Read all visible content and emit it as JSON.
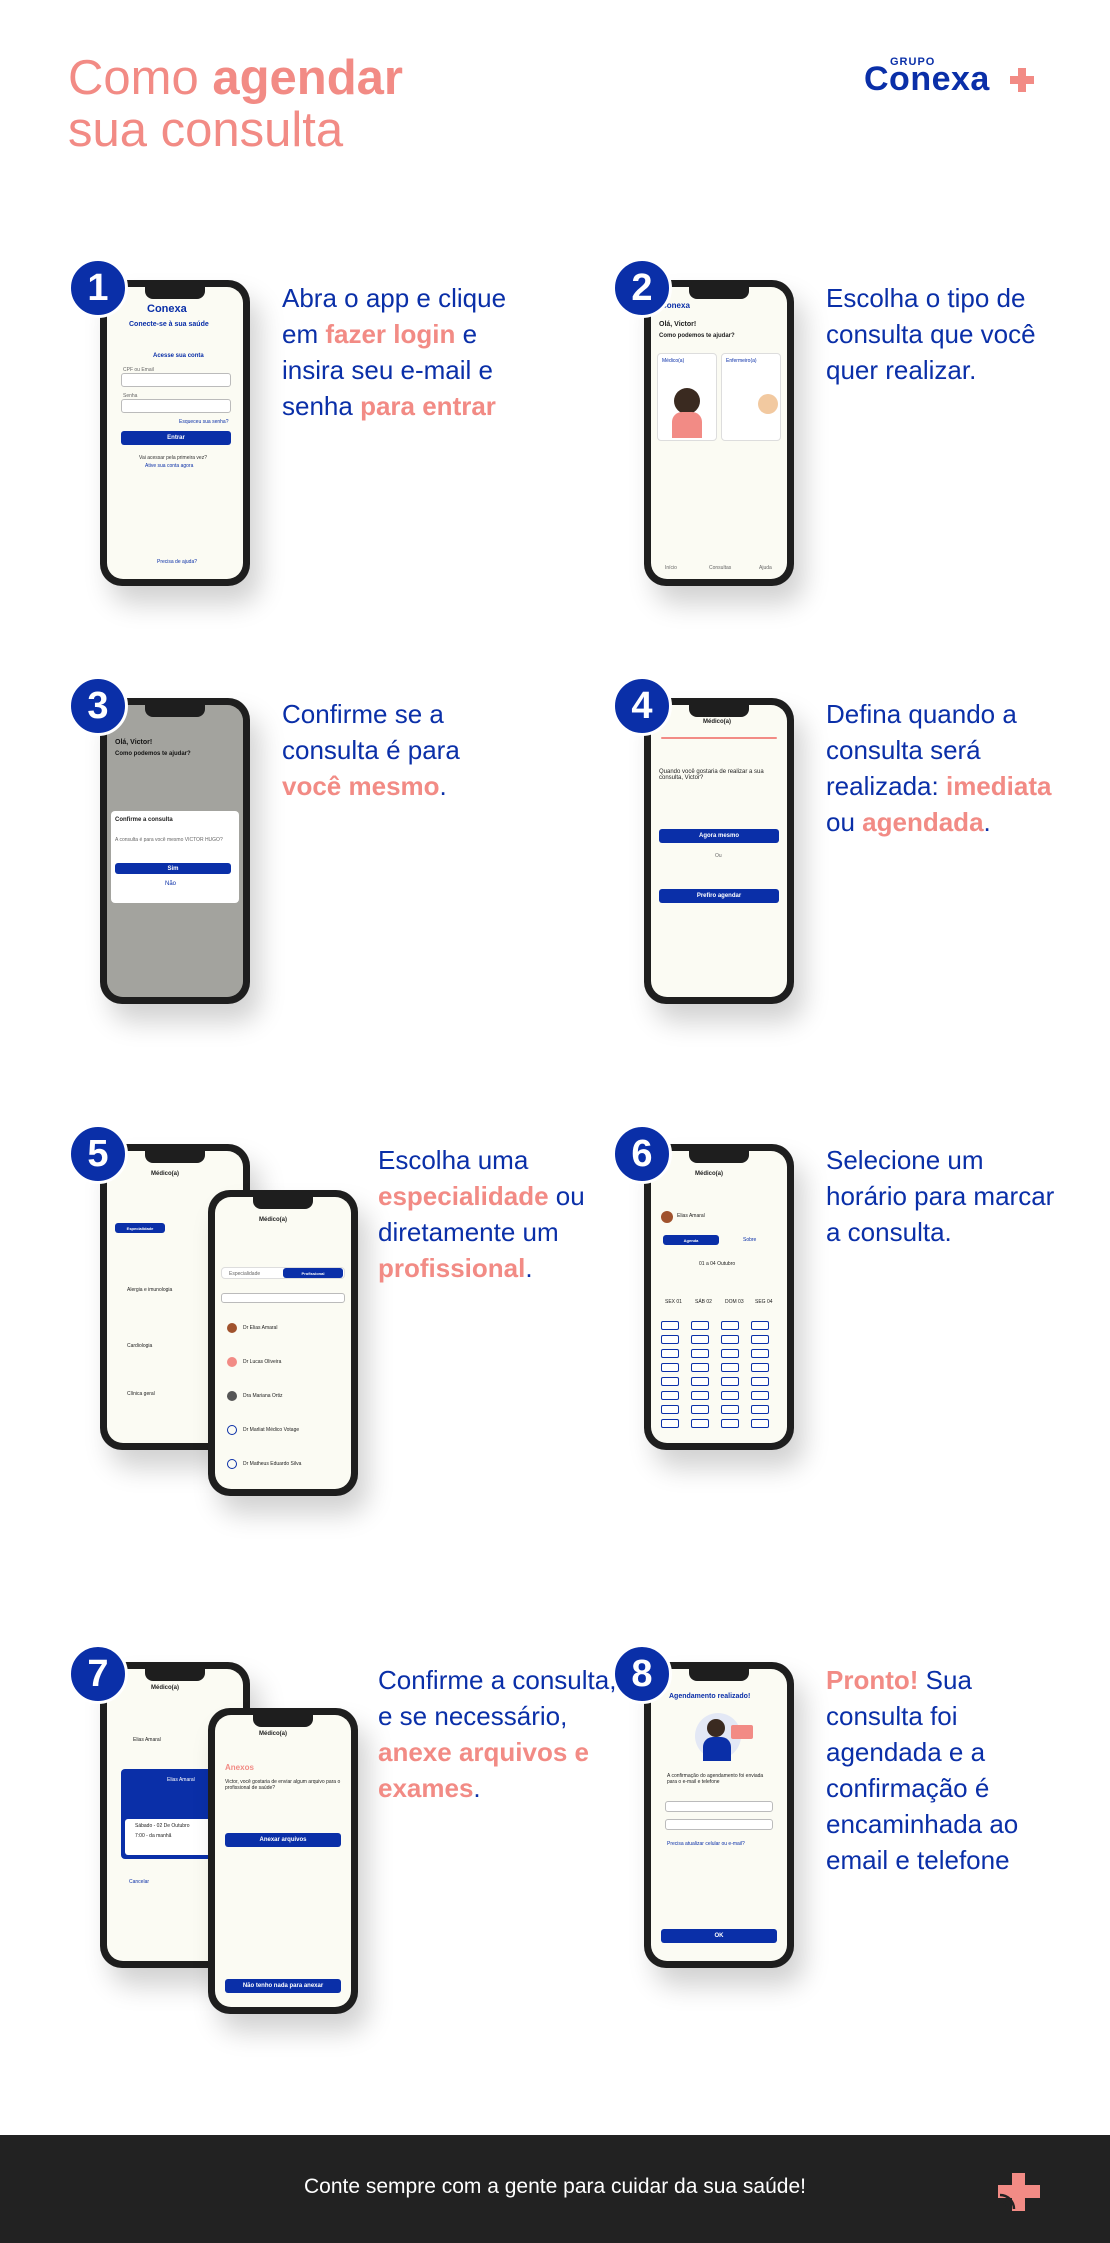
{
  "header": {
    "title_line1_a": "Como ",
    "title_line1_b": "agendar",
    "title_line2": "sua consulta"
  },
  "logo": {
    "grupo": "GRUPO",
    "name": "Conexa"
  },
  "colors": {
    "brand_blue": "#0a2fa8",
    "accent_coral": "#f28b85",
    "footer_bg": "#222222"
  },
  "steps": [
    {
      "number": "1",
      "parts": [
        "Abra o app e clique em ",
        "fazer login",
        " e insira seu e-mail e senha ",
        "para entrar"
      ],
      "screen": {
        "brand": "Conexa",
        "title": "Conecte-se à sua saúde",
        "subtitle": "Acesse sua conta",
        "email_label": "CPF ou Email",
        "password_label": "Senha",
        "forgot": "Esqueceu sua senha?",
        "enter": "Entrar",
        "first_time": "Vai acessar pela primeira vez?",
        "create": "Ative sua conta agora",
        "help": "Precisa de ajuda?"
      }
    },
    {
      "number": "2",
      "parts": [
        "Escolha o tipo de consulta que você quer realizar."
      ],
      "screen": {
        "brand": "Conexa",
        "greeting": "Olá, Victor!",
        "question": "Como podemos te ajudar?",
        "card1": "Médico(a)",
        "card2": "Enfermeiro(a)",
        "nav1": "Início",
        "nav2": "Consultas",
        "nav3": "Ajuda"
      }
    },
    {
      "number": "3",
      "parts": [
        "Confirme se a consulta é para ",
        "você mesmo",
        "."
      ],
      "screen": {
        "greeting": "Olá, Victor!",
        "question": "Como podemos te ajudar?",
        "modal_title": "Confirme a consulta",
        "modal_text": "A consulta é para você mesmo VICTOR HUGO?",
        "yes": "Sim",
        "no": "Não"
      }
    },
    {
      "number": "4",
      "parts": [
        "Defina quando a consulta será realizada: ",
        "imediata",
        " ou ",
        "agendada",
        "."
      ],
      "screen": {
        "header": "Médico(a)",
        "question": "Quando você gostaria de realizar a sua consulta, Victor?",
        "now": "Agora mesmo",
        "or": "Ou",
        "schedule": "Prefiro agendar"
      }
    },
    {
      "number": "5",
      "parts": [
        "Escolha uma ",
        "especialidade",
        " ou diretamente um ",
        "profissional",
        "."
      ],
      "screen": {
        "header": "Médico(a)",
        "tab1": "Especialidade",
        "tab2": "Profissional",
        "specialties": [
          "Alergia e imunologia",
          "Cardiologia",
          "Clínica geral"
        ],
        "doctors": [
          "Dr Elias Amaral",
          "Dr Lucas Oliveira",
          "Dra Mariana Ortiz",
          "Dr Marliat Médico Votage",
          "Dr Matheus Eduardo Silva"
        ]
      }
    },
    {
      "number": "6",
      "parts": [
        "Selecione um horário para marcar a consulta."
      ],
      "screen": {
        "header": "Médico(a)",
        "doctor": "Elias Amaral",
        "tab1": "Agenda",
        "tab2": "Sobre",
        "week": "01 a 04 Outubro",
        "days": [
          "SEX 01",
          "SÁB 02",
          "DOM 03",
          "SEG 04"
        ]
      }
    },
    {
      "number": "7",
      "parts": [
        "Confirme a consulta, e se necessário, ",
        "anexe arquivos e exames",
        "."
      ],
      "screen": {
        "header": "Médico(a)",
        "doctor": "Elias Amaral",
        "date": "Sábado - 02 De Outubro",
        "time": "7:00 - da manhã",
        "cancel": "Cancelar",
        "annex_title": "Anexos",
        "annex_text": "Victor, você gostaria de enviar algum arquivo para o profissional de saúde?",
        "attach": "Anexar arquivos",
        "none": "Não tenho nada para anexar"
      }
    },
    {
      "number": "8",
      "parts": [
        "Pronto!",
        " Sua consulta foi agendada e a confirmação é encaminhada ao email e telefone"
      ],
      "screen": {
        "title": "Agendamento realizado!",
        "text": "A confirmação do agendamento foi enviada para o e-mail e telefone",
        "question": "Precisa atualizar celular ou e-mail?",
        "ok": "OK"
      }
    }
  ],
  "footer": {
    "text": "Conte sempre com a gente para cuidar da sua saúde!"
  }
}
